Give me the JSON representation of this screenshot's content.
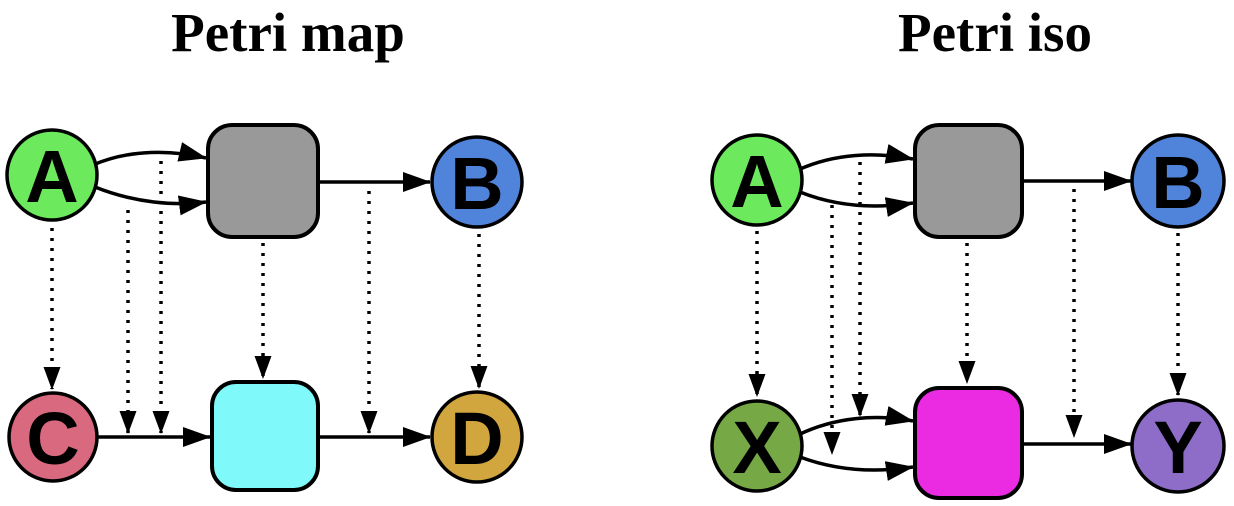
{
  "figure": {
    "background": "#ffffff",
    "edge_color": "#000000",
    "description": "Two Petri net morphism diagrams: a Petri map and a Petri iso, each showing a top net mapped by dotted arrows onto a bottom net"
  },
  "left": {
    "title": "Petri map",
    "nodes": {
      "A": {
        "label": "A",
        "color": "#6ce95c",
        "type": "place"
      },
      "B": {
        "label": "B",
        "color": "#5084db",
        "type": "place"
      },
      "t_top": {
        "label": "",
        "color": "#999999",
        "type": "transition"
      },
      "C": {
        "label": "C",
        "color": "#d9697e",
        "type": "place"
      },
      "D": {
        "label": "D",
        "color": "#d2a63f",
        "type": "place"
      },
      "t_bottom": {
        "label": "",
        "color": "#80f9fb",
        "type": "transition"
      }
    },
    "solid_edges": [
      {
        "from": "A",
        "to": "t_top",
        "which": "upper arc"
      },
      {
        "from": "A",
        "to": "t_top",
        "which": "lower arc"
      },
      {
        "from": "t_top",
        "to": "B"
      },
      {
        "from": "C",
        "to": "t_bottom"
      },
      {
        "from": "t_bottom",
        "to": "D"
      }
    ],
    "mapping_edges": [
      {
        "from": "A",
        "to": "C"
      },
      {
        "from": "arc A to t_top (lower)",
        "to": "edge C to t_bottom"
      },
      {
        "from": "arc A to t_top (upper)",
        "to": "edge C to t_bottom"
      },
      {
        "from": "t_top",
        "to": "t_bottom"
      },
      {
        "from": "edge t_top to B",
        "to": "edge t_bottom to D"
      },
      {
        "from": "B",
        "to": "D"
      }
    ]
  },
  "right": {
    "title": "Petri iso",
    "nodes": {
      "A": {
        "label": "A",
        "color": "#6ce95c",
        "type": "place"
      },
      "B": {
        "label": "B",
        "color": "#5084db",
        "type": "place"
      },
      "t_top": {
        "label": "",
        "color": "#999999",
        "type": "transition"
      },
      "X": {
        "label": "X",
        "color": "#76a846",
        "type": "place"
      },
      "Y": {
        "label": "Y",
        "color": "#8e6dc8",
        "type": "place"
      },
      "t_bottom": {
        "label": "",
        "color": "#ea2be2",
        "type": "transition"
      }
    },
    "solid_edges": [
      {
        "from": "A",
        "to": "t_top",
        "which": "upper arc"
      },
      {
        "from": "A",
        "to": "t_top",
        "which": "lower arc"
      },
      {
        "from": "t_top",
        "to": "B"
      },
      {
        "from": "X",
        "to": "t_bottom",
        "which": "upper arc"
      },
      {
        "from": "X",
        "to": "t_bottom",
        "which": "lower arc"
      },
      {
        "from": "t_bottom",
        "to": "Y"
      }
    ],
    "mapping_edges": [
      {
        "from": "A",
        "to": "X"
      },
      {
        "from": "arc A to t_top (lower)",
        "to": "arc X to t_bottom (lower)"
      },
      {
        "from": "arc A to t_top (upper)",
        "to": "arc X to t_bottom (upper)"
      },
      {
        "from": "t_top",
        "to": "t_bottom"
      },
      {
        "from": "edge t_top to B",
        "to": "edge t_bottom to Y"
      },
      {
        "from": "B",
        "to": "Y"
      }
    ]
  }
}
